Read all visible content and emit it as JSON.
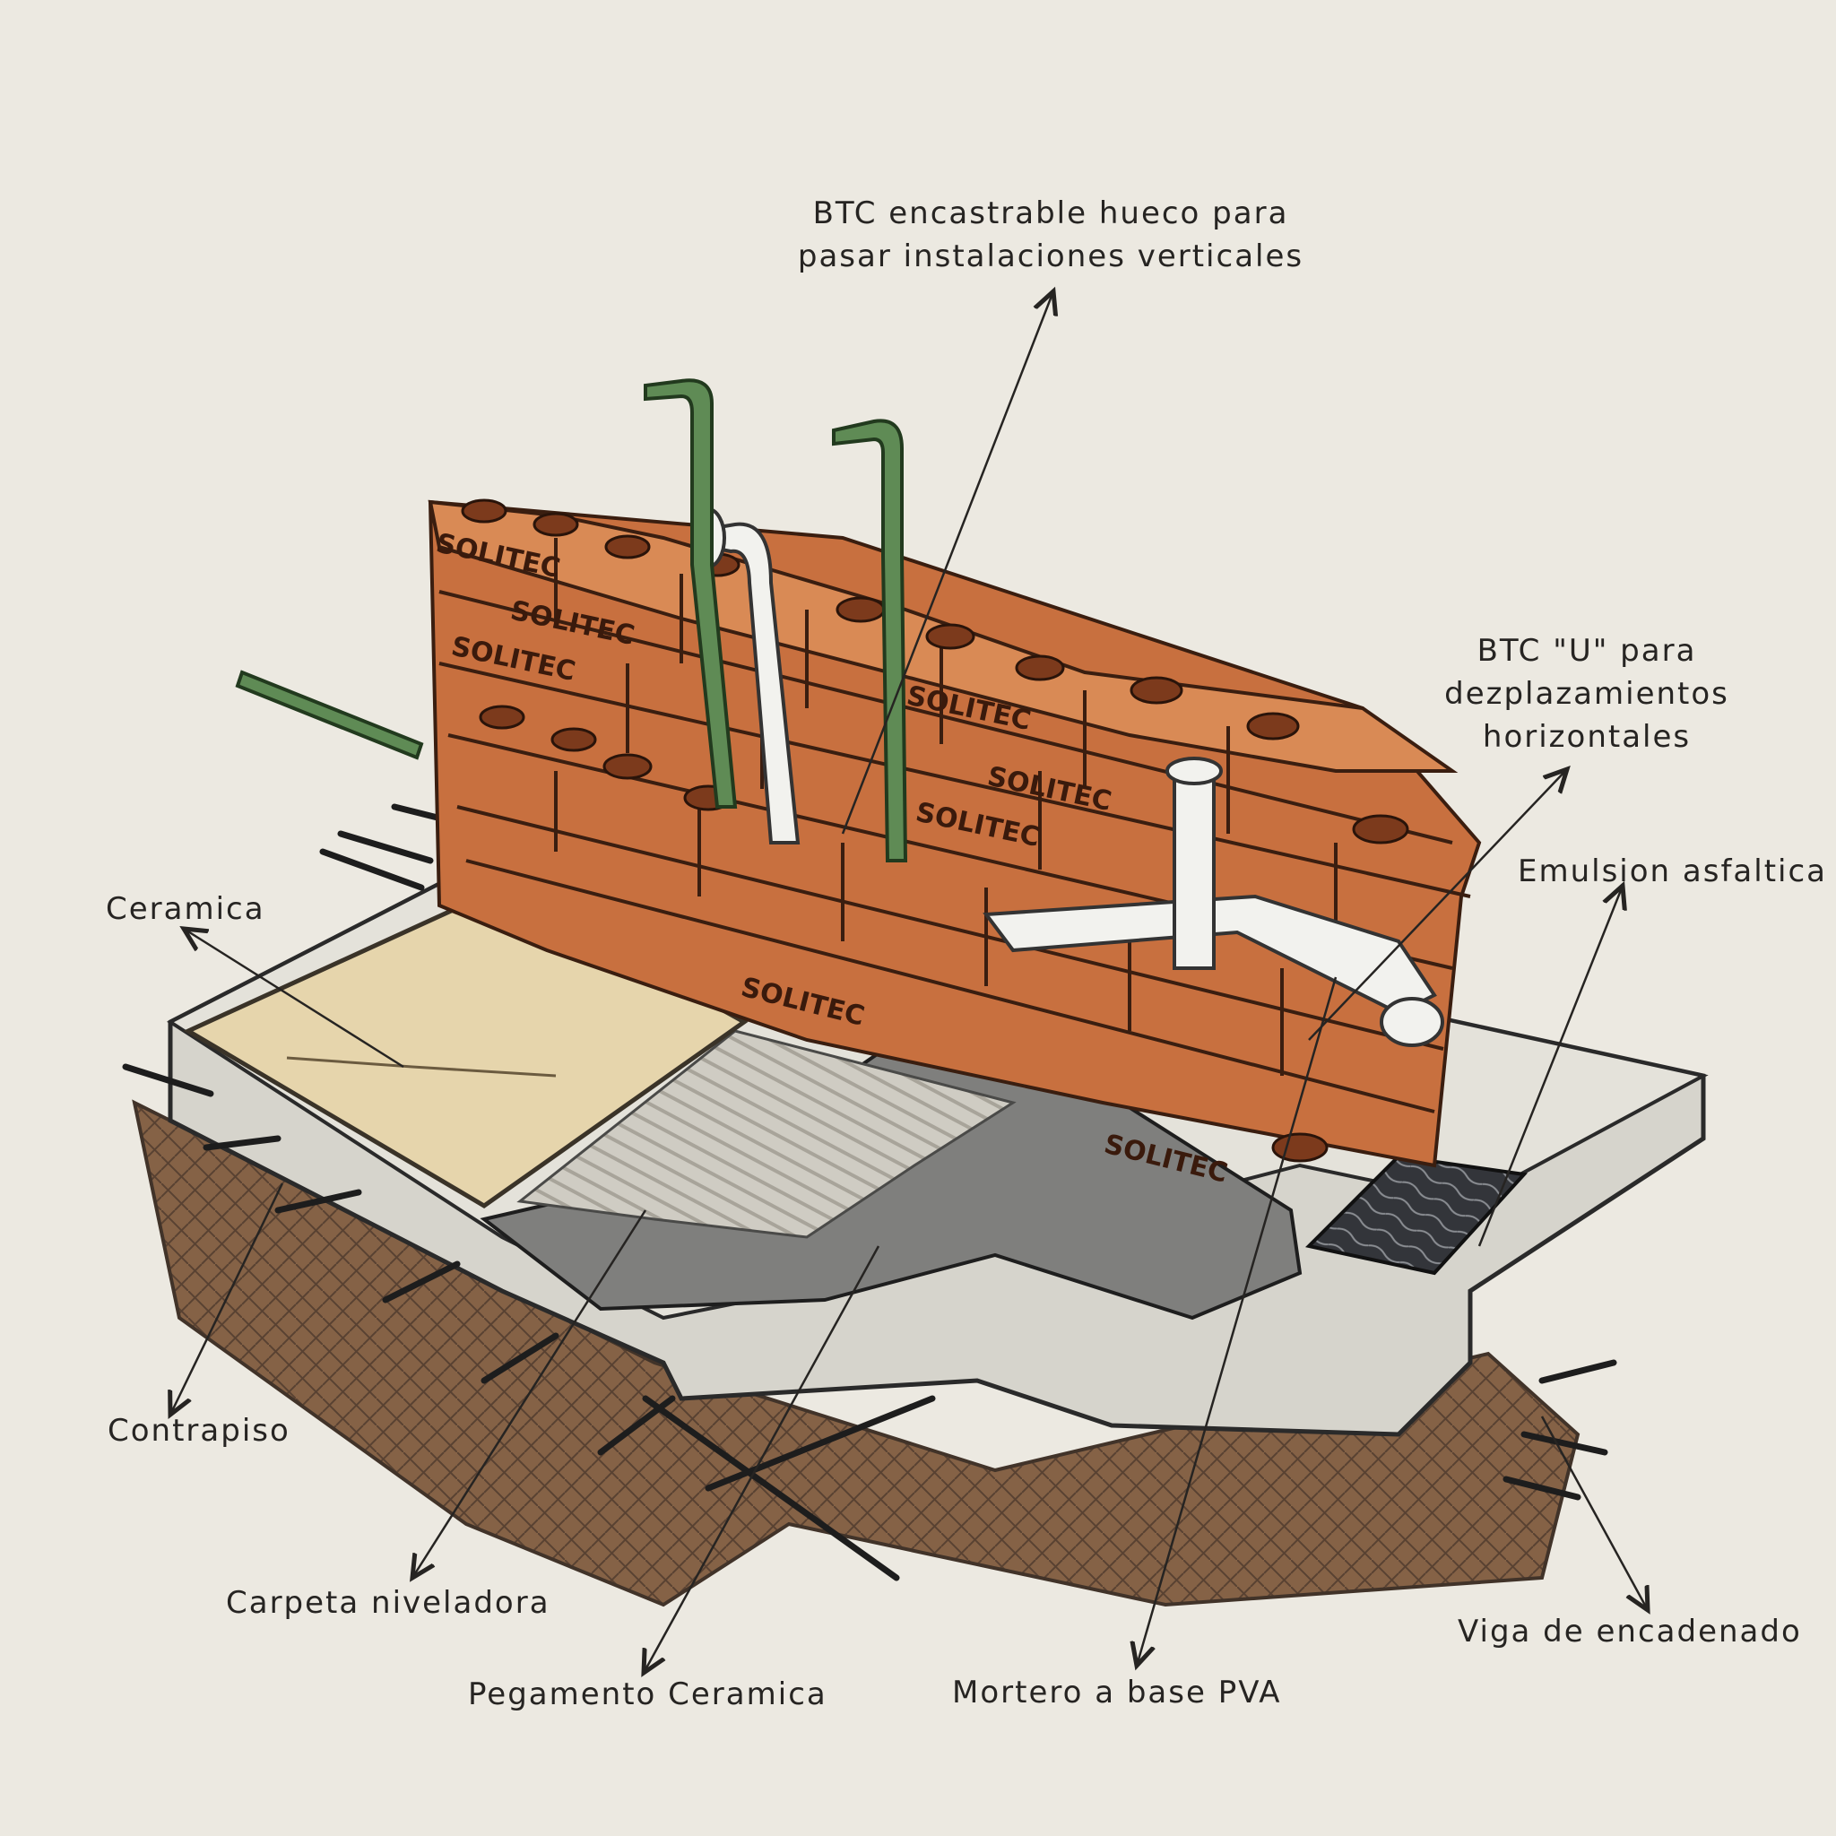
{
  "labels": {
    "btc_hueco": {
      "line1": "BTC encastrable hueco para",
      "line2": "pasar instalaciones verticales"
    },
    "btc_u": {
      "line1": "BTC \"U\" para",
      "line2": "dezplazamientos",
      "line3": "horizontales"
    },
    "emulsion": "Emulsion asfaltica",
    "ceramica": "Ceramica",
    "contrapiso": "Contrapiso",
    "carpeta": "Carpeta niveladora",
    "pegamento": "Pegamento Ceramica",
    "mortero": "Mortero a base PVA",
    "viga": "Viga de encadenado"
  },
  "brick_logo": "SOLITEC",
  "colors": {
    "paper": "#ece9e1",
    "brick": "#c8703f",
    "brick_top": "#d98a55",
    "brick_dark": "#8e4525",
    "soil": "#7a5436",
    "concrete": "#d6d4cc",
    "ceramic": "#e6d5ac",
    "mortar": "#7f7f7d",
    "emulsion": "#33353a",
    "pipe_green": "#5f8b55",
    "pipe_white": "#f2f2ee",
    "ink": "#262422"
  }
}
